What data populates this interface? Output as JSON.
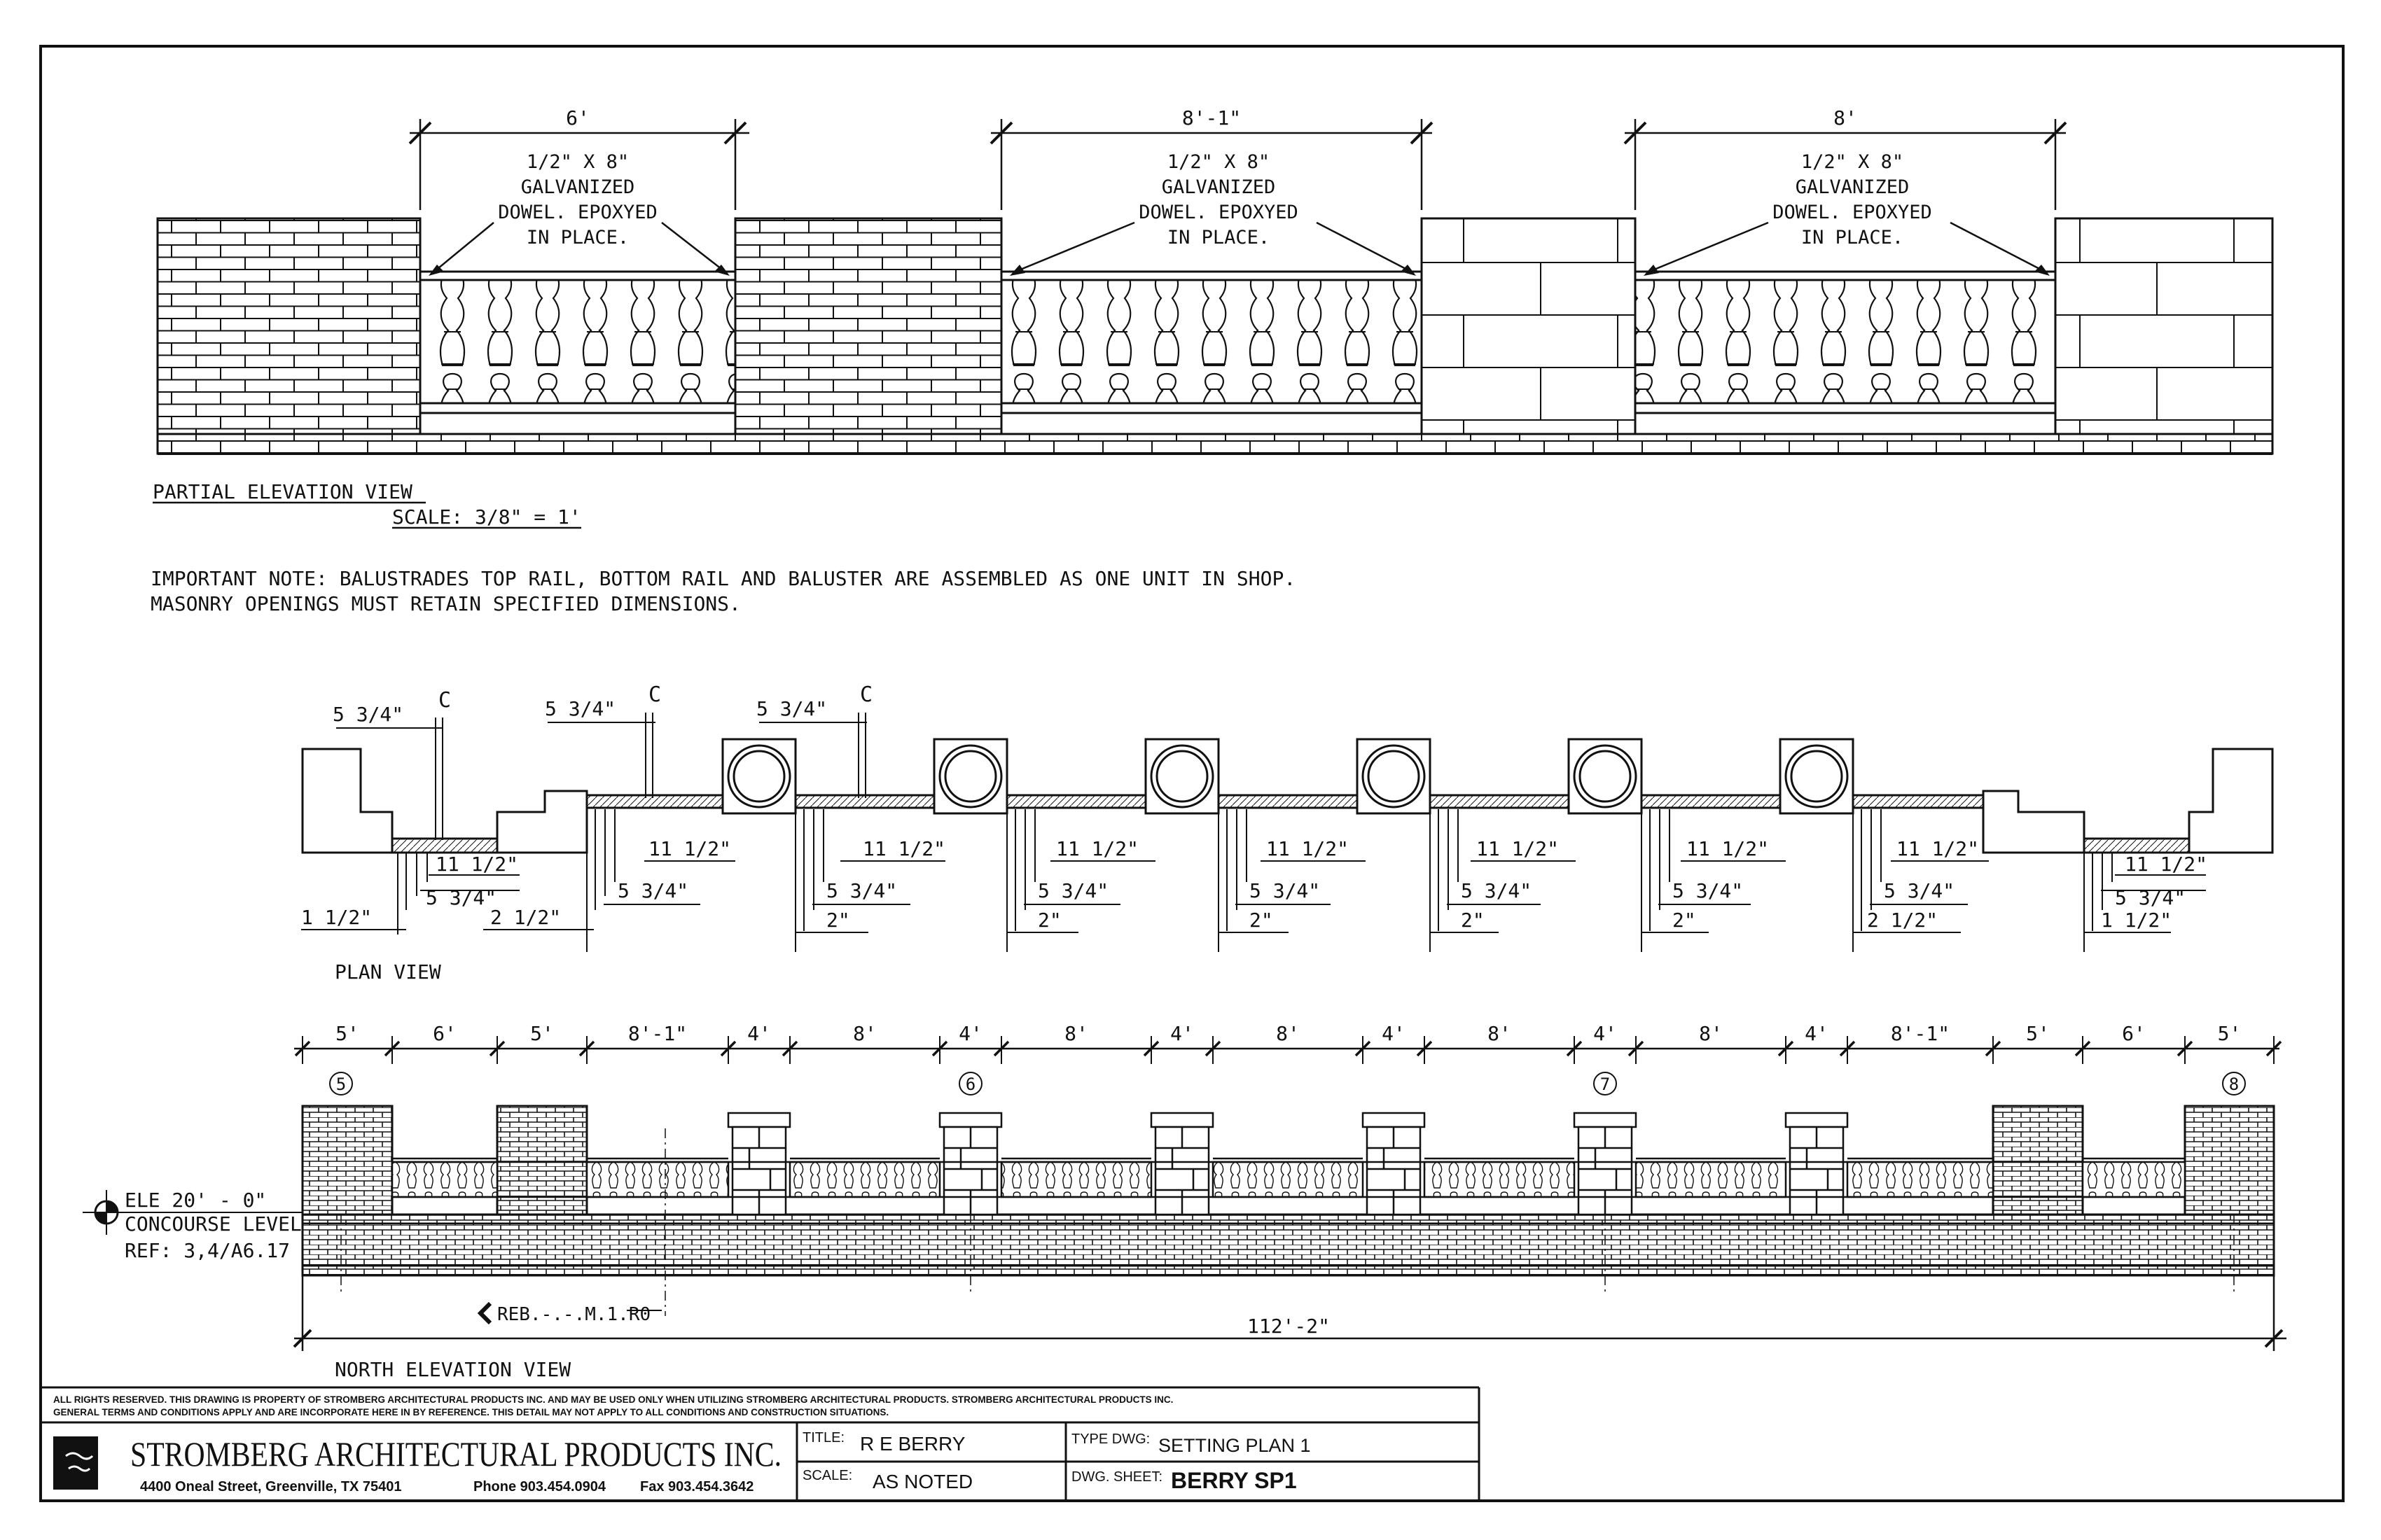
{
  "elevation": {
    "bays": [
      {
        "dim": "6'",
        "note": [
          "1/2\" X 8\"",
          "GALVANIZED",
          "DOWEL. EPOXYED",
          "IN PLACE."
        ]
      },
      {
        "dim": "8'-1\"",
        "note": [
          "1/2\" X 8\"",
          "GALVANIZED",
          "DOWEL. EPOXYED",
          "IN PLACE."
        ]
      },
      {
        "dim": "8'",
        "note": [
          "1/2\" X 8\"",
          "GALVANIZED",
          "DOWEL. EPOXYED",
          "IN PLACE."
        ]
      }
    ],
    "title": "PARTIAL ELEVATION VIEW",
    "scale": "SCALE: 3/8\" = 1'"
  },
  "notes": {
    "line1": "IMPORTANT NOTE: BALUSTRADES TOP RAIL, BOTTOM RAIL AND BALUSTER ARE ASSEMBLED AS ONE UNIT IN SHOP.",
    "line2": "MASONRY OPENINGS MUST RETAIN SPECIFIED DIMENSIONS."
  },
  "plan": {
    "title": "PLAN VIEW",
    "centerline_label": "5 3/4\"",
    "cl_symbol": "C",
    "baluster_spacing": "11 1/2\"",
    "half_spacing": "5 3/4\"",
    "end_gaps": [
      "1 1/2\"",
      "2 1/2\"",
      "2\"",
      "2\"",
      "2\"",
      "2\"",
      "2\"",
      "2 1/2\"",
      "1 1/2\""
    ]
  },
  "north": {
    "title": "NORTH ELEVATION VIEW",
    "dims": [
      "5'",
      "6'",
      "5'",
      "8'-1\"",
      "4'",
      "8'",
      "4'",
      "8'",
      "4'",
      "8'",
      "4'",
      "8'",
      "4'",
      "8'",
      "4'",
      "8'-1\"",
      "5'",
      "6'",
      "5'"
    ],
    "grid_markers": [
      "5",
      "6",
      "7",
      "8"
    ],
    "level_lines": [
      "ELE 20' - 0\"",
      "CONCOURSE LEVEL",
      "REF: 3,4/A6.17"
    ],
    "ref_tag": "REB.-.-.M.1.R0",
    "overall": "112'-2\""
  },
  "titleblock": {
    "legal1": "ALL RIGHTS RESERVED. THIS DRAWING IS PROPERTY OF STROMBERG ARCHITECTURAL PRODUCTS INC. AND MAY BE USED ONLY WHEN UTILIZING STROMBERG ARCHITECTURAL PRODUCTS.  STROMBERG ARCHITECTURAL PRODUCTS INC.",
    "legal2": "GENERAL TERMS AND CONDITIONS APPLY AND ARE INCORPORATE HERE IN BY REFERENCE.  THIS DETAIL MAY NOT APPLY TO ALL CONDITIONS AND CONSTRUCTION SITUATIONS.",
    "company": "STROMBERG ARCHITECTURAL PRODUCTS INC.",
    "address": "4400 Oneal Street, Greenville, TX  75401",
    "phone": "Phone 903.454.0904",
    "fax": "Fax 903.454.3642",
    "title_label": "TITLE:",
    "title_value": "R E BERRY",
    "scale_label": "SCALE:",
    "scale_value": "AS NOTED",
    "type_label": "TYPE DWG:",
    "type_value": "SETTING PLAN 1",
    "sheet_label": "DWG. SHEET:",
    "sheet_value": "BERRY SP1"
  }
}
